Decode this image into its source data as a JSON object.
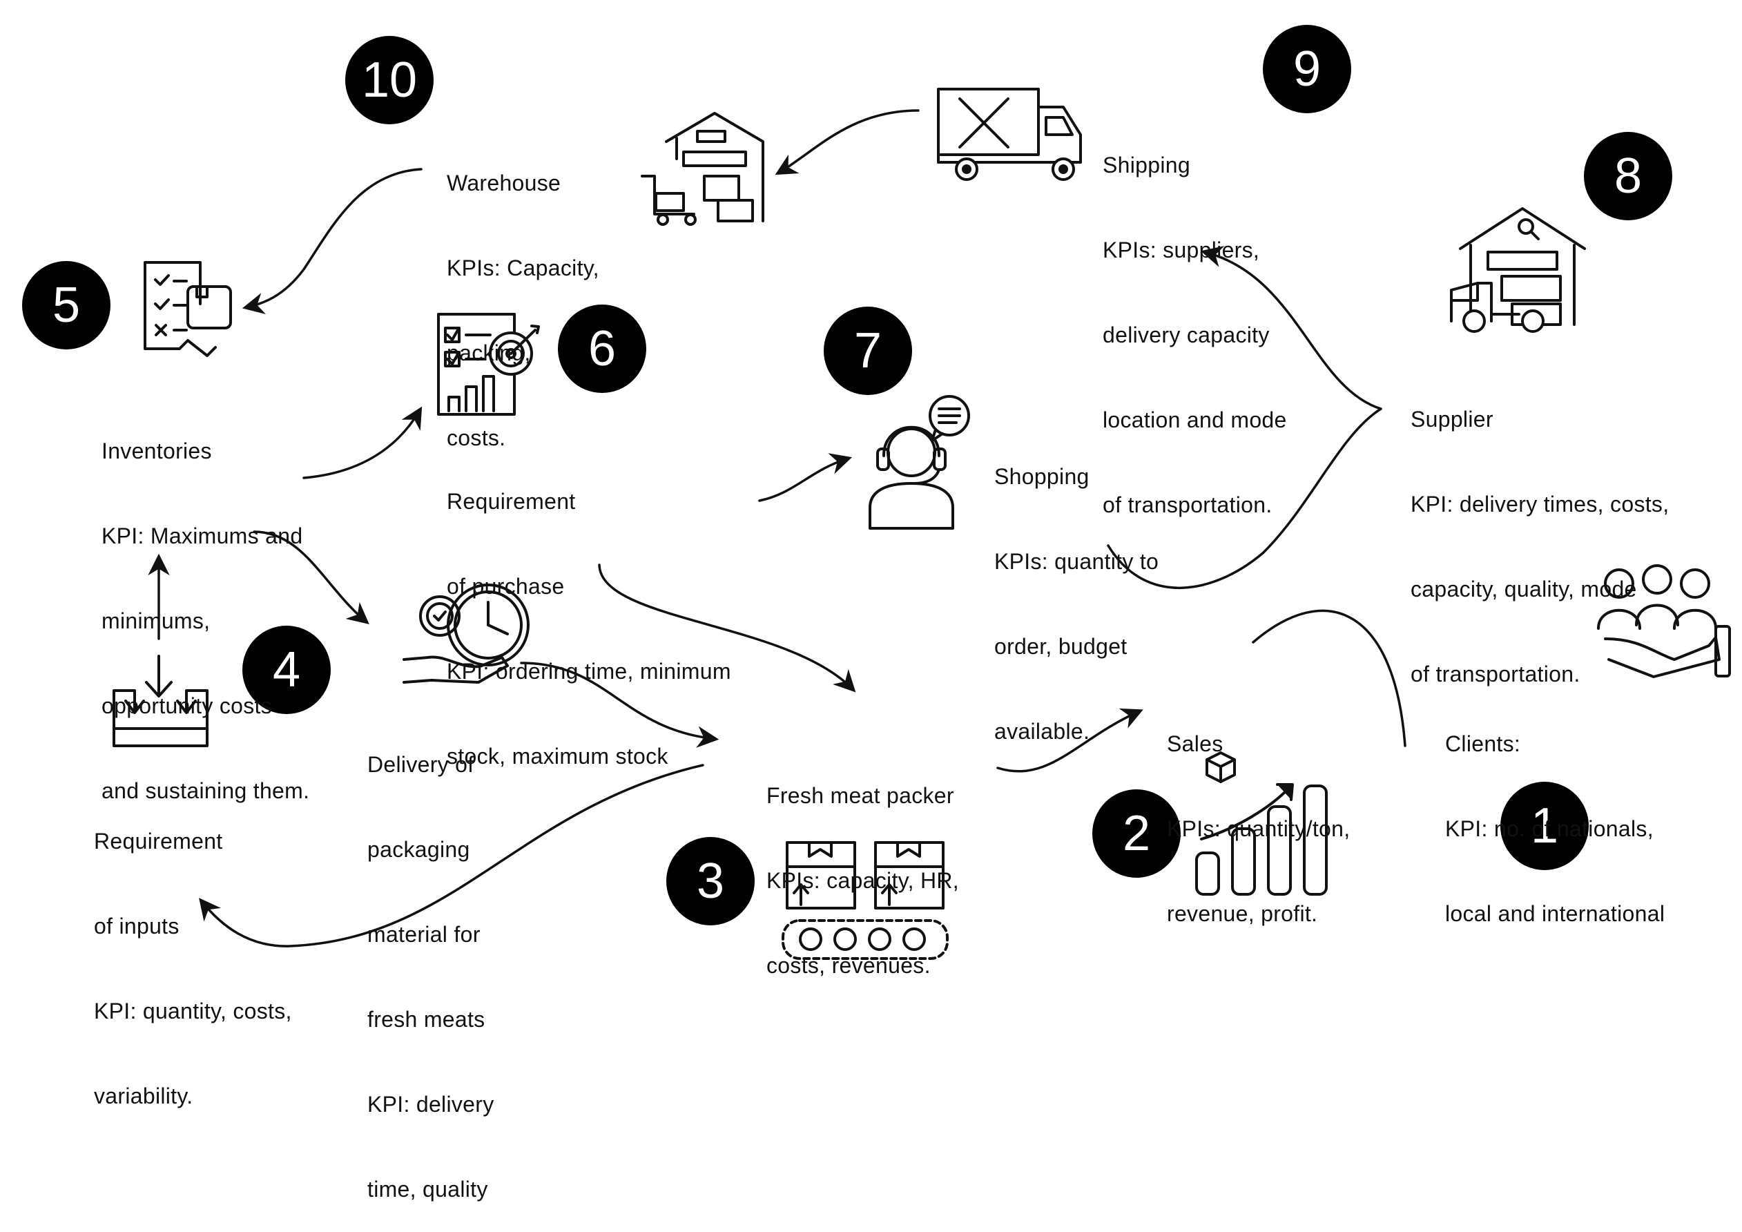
{
  "steps": [
    {
      "number": "1",
      "lines": [
        "Clients:",
        "KPI: no. of nationals,",
        "local and international"
      ]
    },
    {
      "number": "2",
      "lines": [
        "Sales",
        "KPIs: quantity/ton,",
        "revenue, profit."
      ]
    },
    {
      "number": "3",
      "lines": [
        "Fresh meat packer",
        "KPIs: capacity, HR,",
        "costs, revenues."
      ]
    },
    {
      "number": "4",
      "lines": [
        "Delivery of",
        "packaging",
        "material for",
        "fresh meats",
        "KPI: delivery",
        "time, quality"
      ]
    },
    {
      "number": "5",
      "lines": [
        "Inventories",
        "KPI: Maximums and",
        "minimums,",
        "opportunity costs",
        "and sustaining them."
      ]
    },
    {
      "number": "6",
      "lines": [
        "Requirement",
        "of purchase",
        "KPI: ordering time, minimum",
        "stock, maximum stock"
      ]
    },
    {
      "number": "7",
      "lines": [
        "Shopping",
        "KPIs: quantity to",
        "order, budget",
        "available."
      ]
    },
    {
      "number": "8",
      "lines": [
        "Supplier",
        "KPI: delivery times, costs,",
        "capacity, quality, mode",
        "of transportation."
      ]
    },
    {
      "number": "9",
      "lines": [
        "Shipping",
        "KPIs: suppliers,",
        "delivery capacity",
        "location and mode",
        "of transportation."
      ]
    },
    {
      "number": "10",
      "lines": [
        "Warehouse",
        "KPIs: Capacity,",
        "packing,",
        "costs."
      ]
    }
  ],
  "inputs": {
    "lines": [
      "Requirement",
      "of inputs",
      "KPI: quantity, costs,",
      "variability."
    ]
  },
  "icons": [
    "clients-icon",
    "sales-growth-icon",
    "conveyor-boxes-icon",
    "delivery-gear-clock-icon",
    "inventory-checklist-icon",
    "purchase-target-icon",
    "shopping-agent-icon",
    "supplier-warehouse-truck-icon",
    "shipping-truck-icon",
    "warehouse-forklift-icon",
    "inputs-tray-icon"
  ],
  "colors": {
    "ink": "#111111",
    "badge": "#000000",
    "badge_text": "#ffffff",
    "background": "#ffffff"
  }
}
